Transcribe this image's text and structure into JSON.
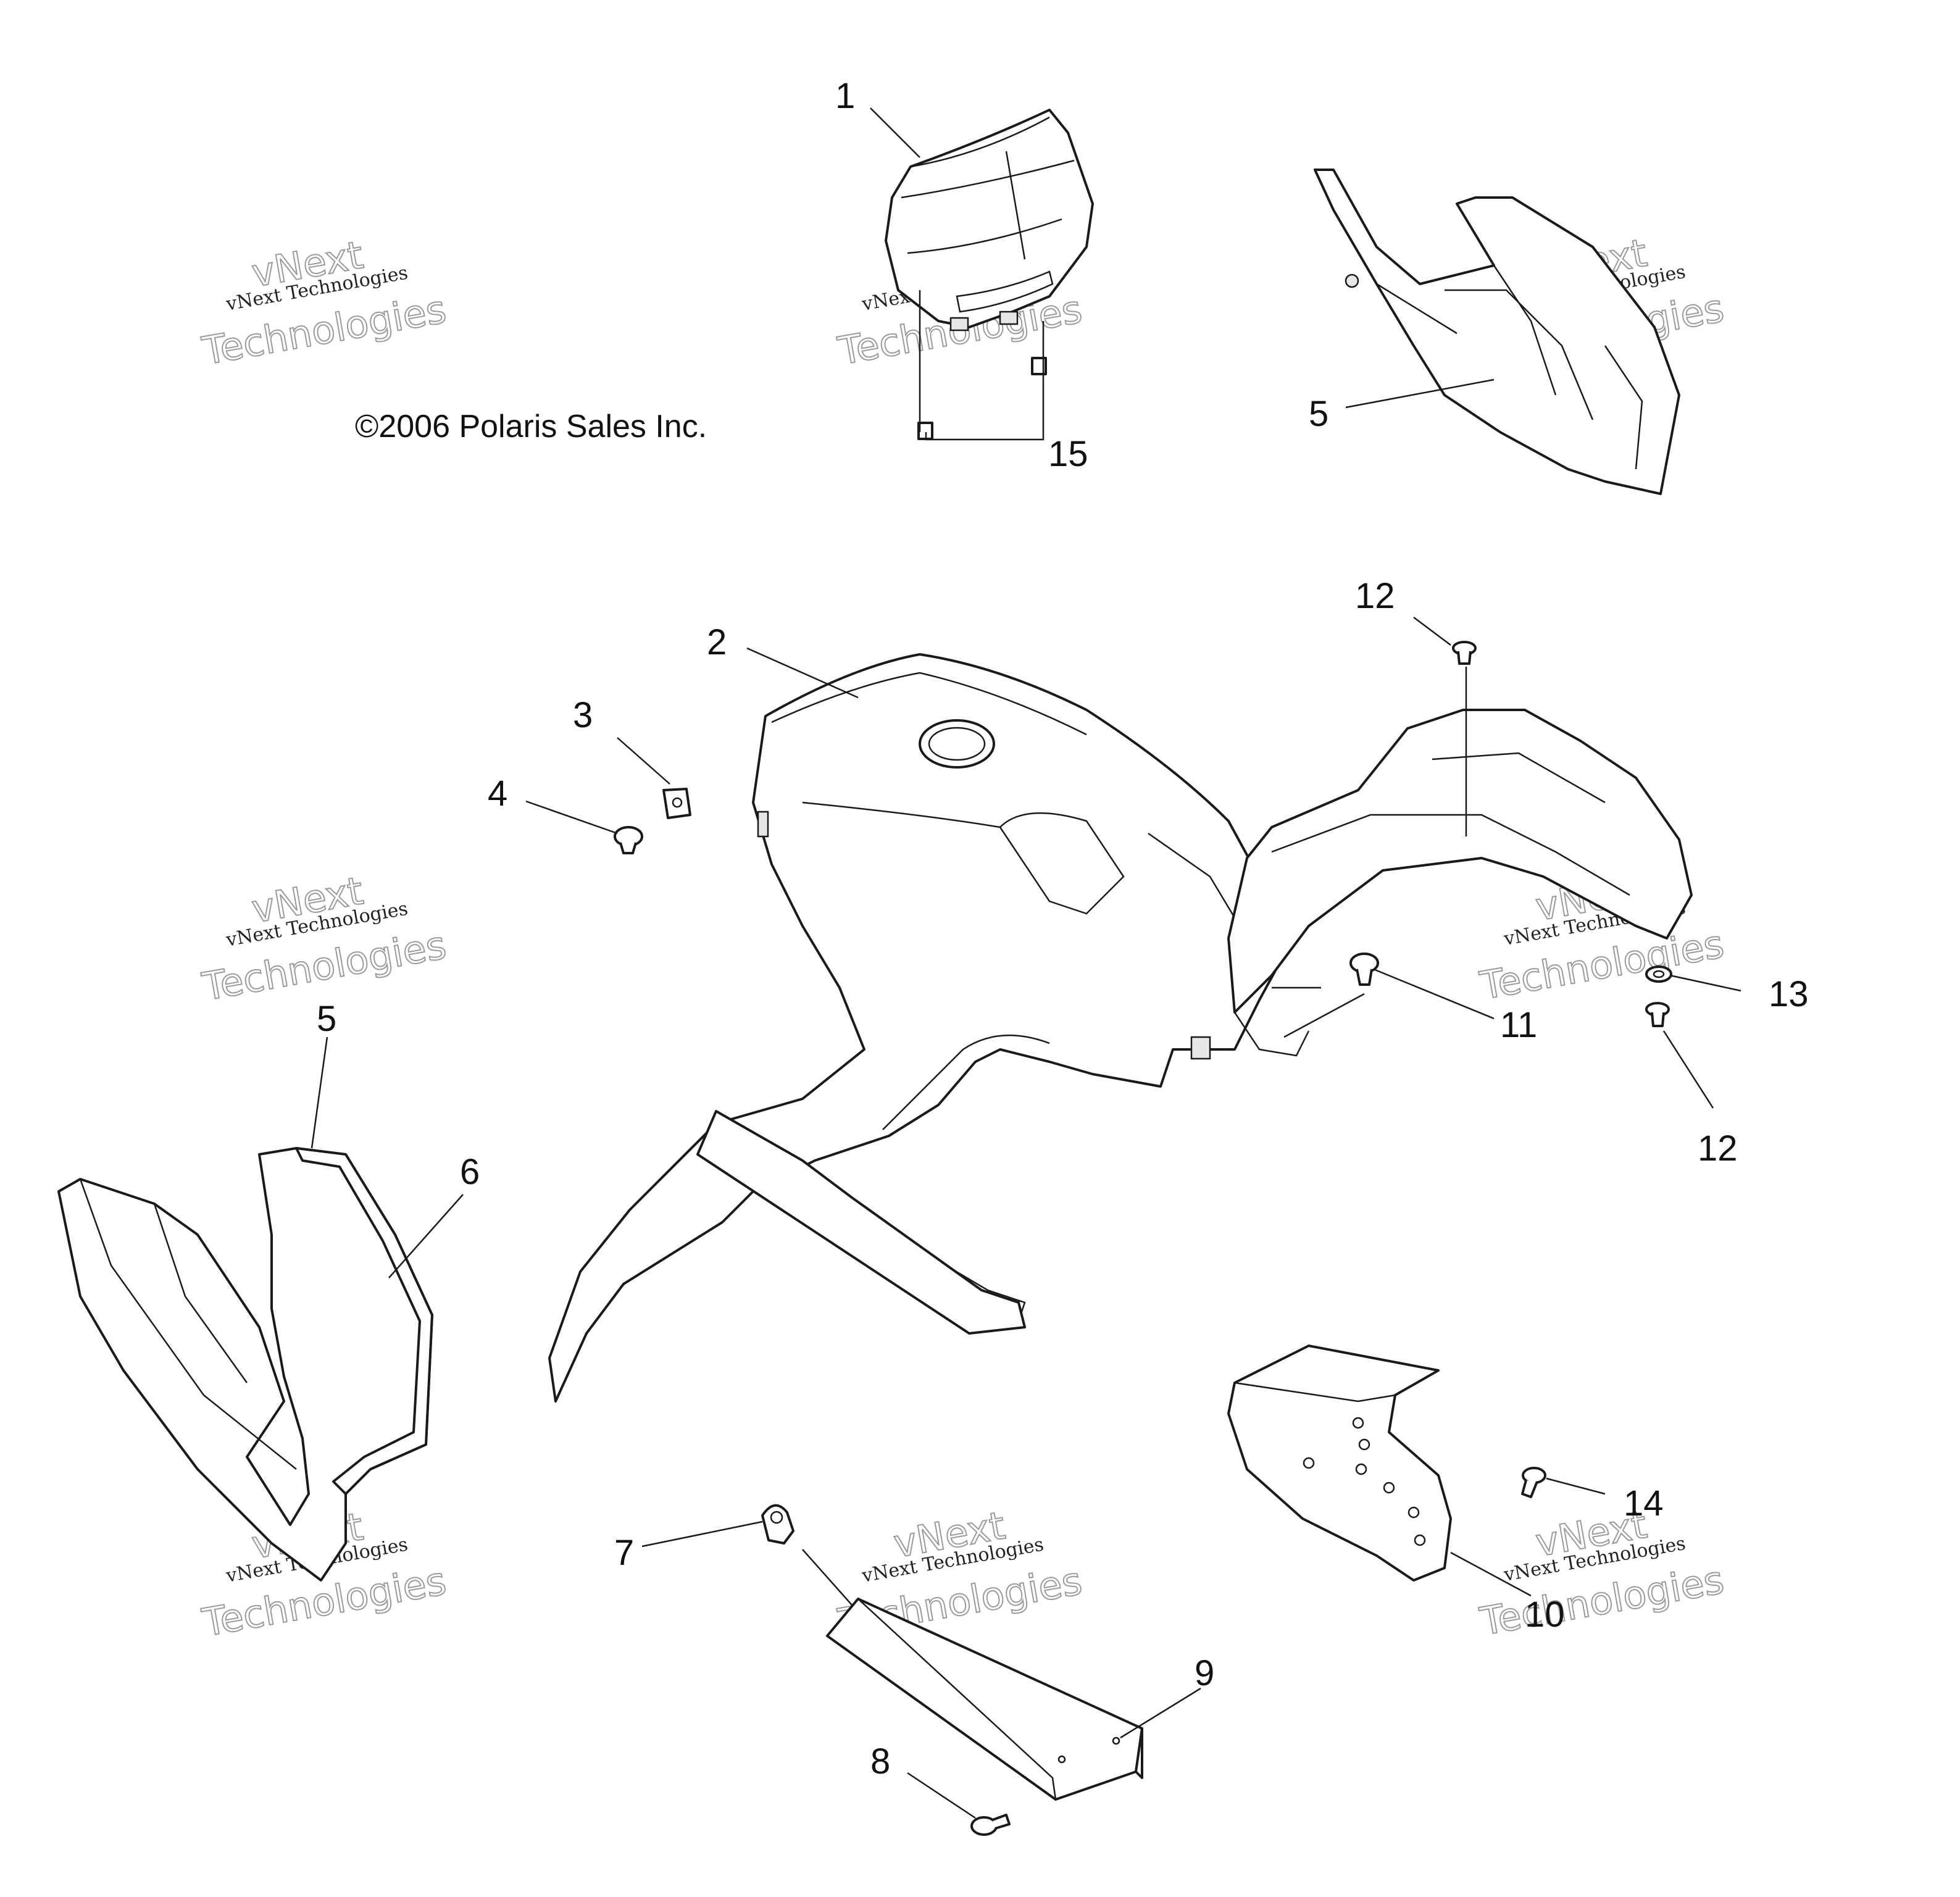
{
  "copyright": "©2006 Polaris Sales Inc.",
  "watermark": {
    "line1": "vNext Technologies",
    "line2": "vNext",
    "line3": "Technologies"
  },
  "callouts": {
    "c1": "1",
    "c2": "2",
    "c3": "3",
    "c4": "4",
    "c5a": "5",
    "c5b": "5",
    "c6": "6",
    "c7": "7",
    "c8": "8",
    "c9": "9",
    "c10": "10",
    "c11": "11",
    "c12a": "12",
    "c12b": "12",
    "c13": "13",
    "c14": "14",
    "c15": "15"
  }
}
